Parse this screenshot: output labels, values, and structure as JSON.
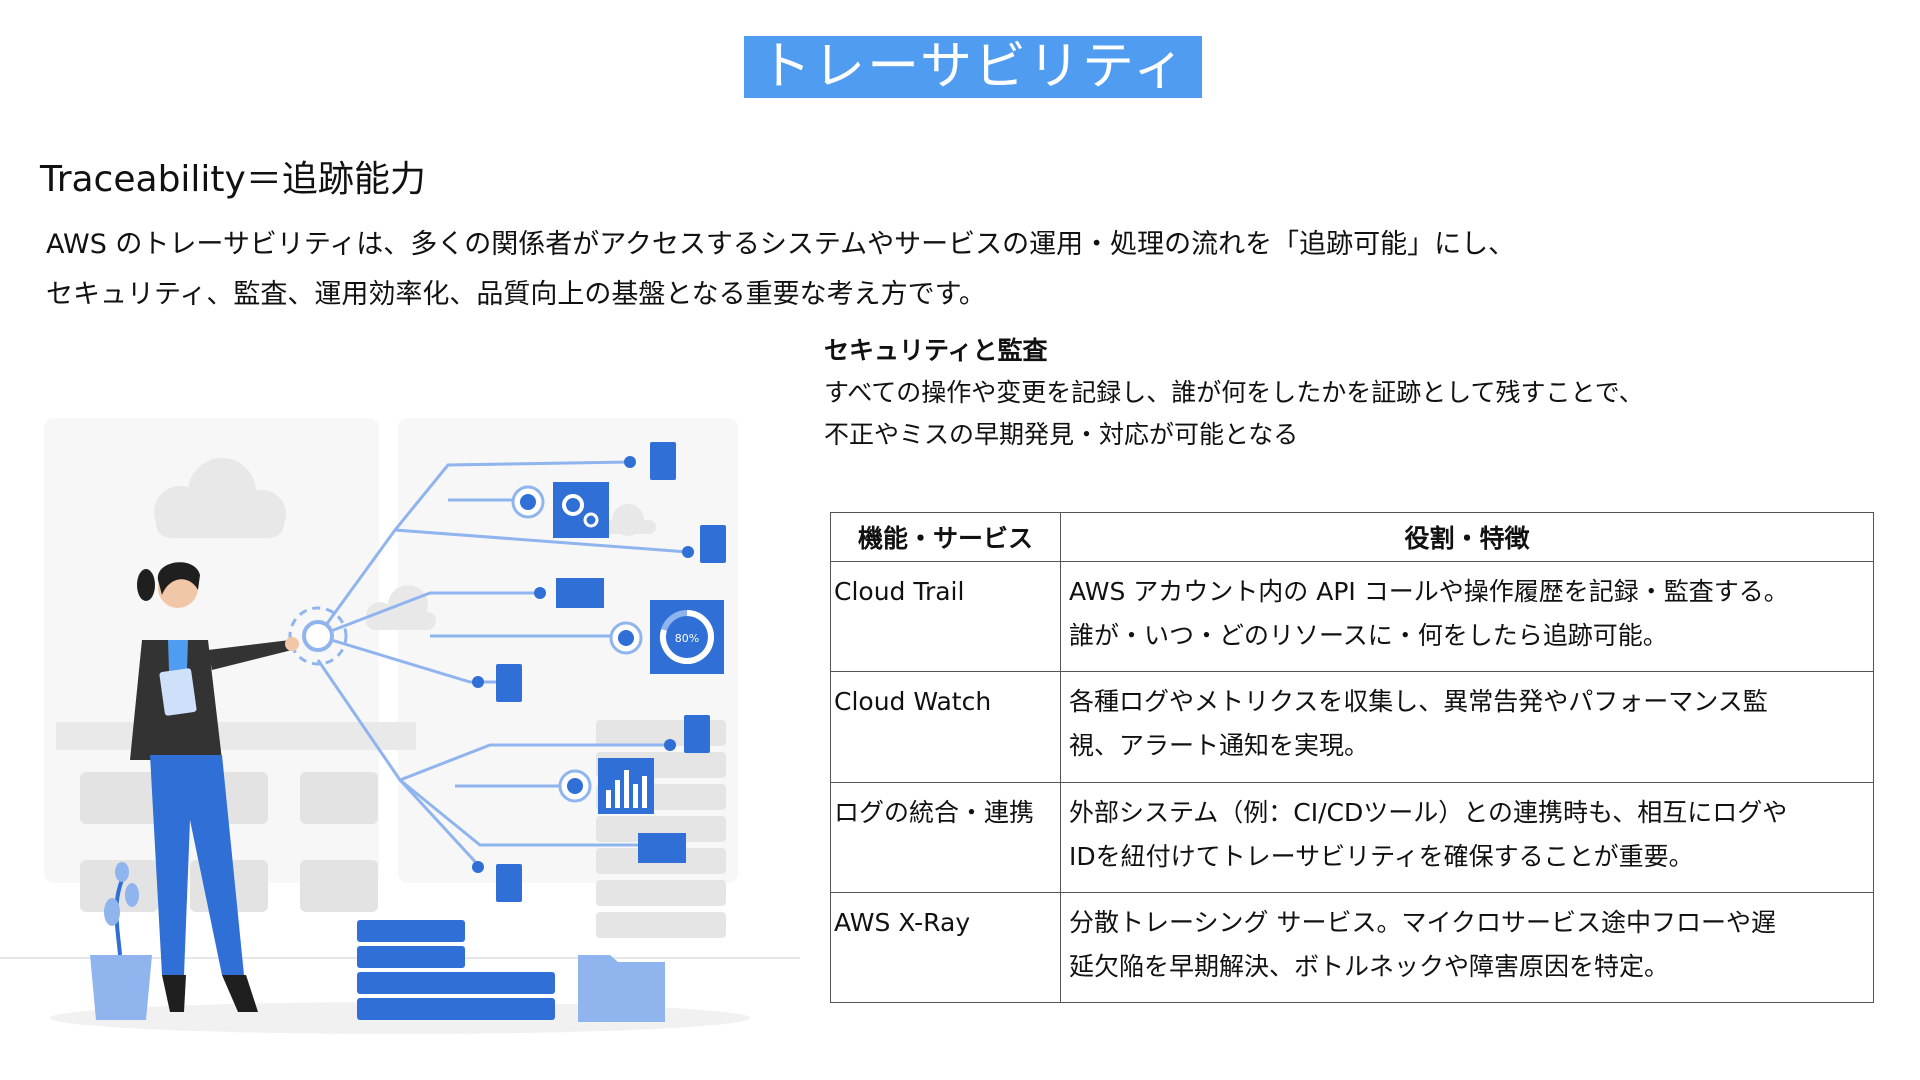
{
  "title": "トレーサビリティ",
  "subtitle": "Traceability＝追跡能力",
  "intro": [
    "AWS のトレーサビリティは、多くの関係者がアクセスするシステムやサービスの運用・処理の流れを「追跡可能」にし、",
    "セキュリティ、監査、運用効率化、品質向上の基盤となる重要な考え方です。"
  ],
  "section": {
    "heading": "セキュリティと監査",
    "lines": [
      "すべての操作や変更を記録し、誰が何をしたかを証跡として残すことで、",
      "不正やミスの早期発見・対応が可能となる"
    ]
  },
  "table": {
    "headers": [
      "機能・サービス",
      "役割・特徴"
    ],
    "rows": [
      {
        "name": "Cloud Trail",
        "desc": [
          "AWS アカウント内の API コールや操作履歴を記録・監査する。",
          "誰が・いつ・どのリソースに・何をしたら追跡可能。"
        ]
      },
      {
        "name": "Cloud Watch",
        "desc": [
          "各種ログやメトリクスを収集し、異常告発やパフォーマンス監",
          "視、アラート通知を実現。"
        ]
      },
      {
        "name": "ログの統合・連携",
        "desc": [
          "外部システム（例：CI/CDツール）との連携時も、相互にログや",
          "IDを紐付けてトレーサビリティを確保することが重要。"
        ]
      },
      {
        "name": "AWS X-Ray",
        "desc": [
          "分散トレーシング サービス。マイクロサービス途中フローや遅",
          "延欠陥を早期解決、ボトルネックや障害原因を特定。"
        ]
      }
    ]
  },
  "illustration": {
    "gauge_label": "80%",
    "colors": {
      "accent": "#4f9cf0",
      "brand_blue": "#2f6fd6",
      "line_blue": "#8fb4ee",
      "light_gray": "#eeeeee"
    }
  }
}
